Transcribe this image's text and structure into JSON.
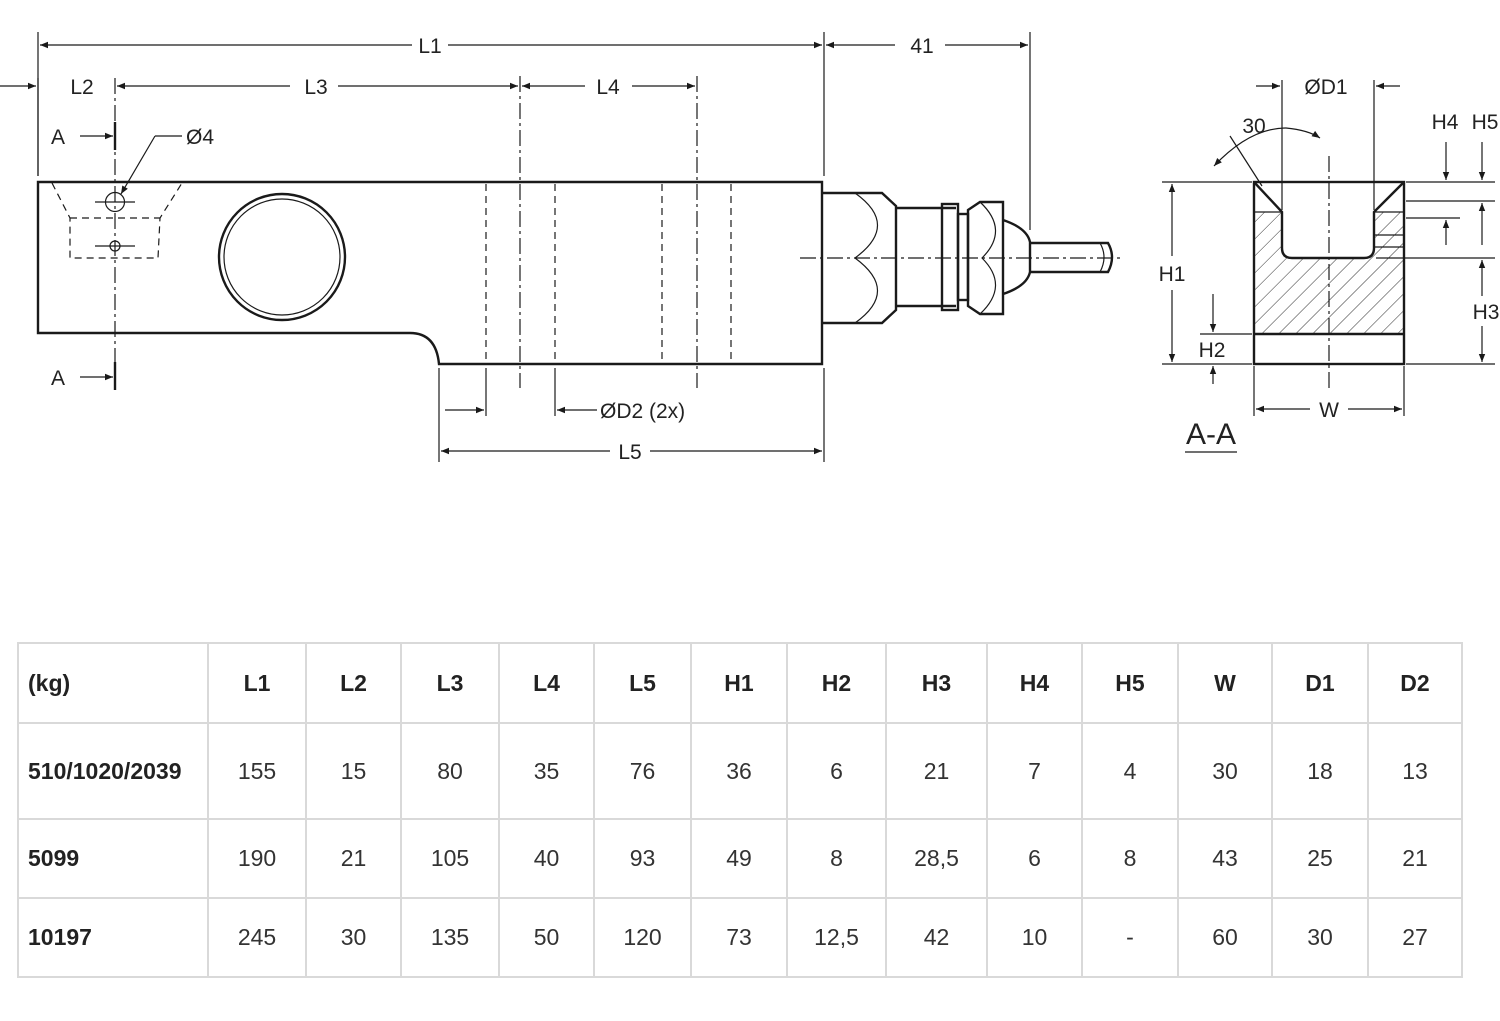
{
  "drawing": {
    "front_view": {
      "dimensions": {
        "L1": "L1",
        "L2": "L2",
        "L3": "L3",
        "L4": "L4",
        "L5": "L5",
        "cable": "41",
        "hole": "Ø4",
        "bore": "ØD2 (2x)"
      },
      "section_marks": [
        "A",
        "A"
      ]
    },
    "section_view": {
      "title": "A-A",
      "dimensions": {
        "D1": "ØD1",
        "angle": "30",
        "H1": "H1",
        "H2": "H2",
        "H3": "H3",
        "H4": "H4",
        "H5": "H5",
        "W": "W"
      }
    }
  },
  "table": {
    "headers": [
      "(kg)",
      "L1",
      "L2",
      "L3",
      "L4",
      "L5",
      "H1",
      "H2",
      "H3",
      "H4",
      "H5",
      "W",
      "D1",
      "D2"
    ],
    "rows": [
      [
        "510/1020/2039",
        "155",
        "15",
        "80",
        "35",
        "76",
        "36",
        "6",
        "21",
        "7",
        "4",
        "30",
        "18",
        "13"
      ],
      [
        "5099",
        "190",
        "21",
        "105",
        "40",
        "93",
        "49",
        "8",
        "28,5",
        "6",
        "8",
        "43",
        "25",
        "21"
      ],
      [
        "10197",
        "245",
        "30",
        "135",
        "50",
        "120",
        "73",
        "12,5",
        "42",
        "10",
        "-",
        "60",
        "30",
        "27"
      ]
    ]
  }
}
